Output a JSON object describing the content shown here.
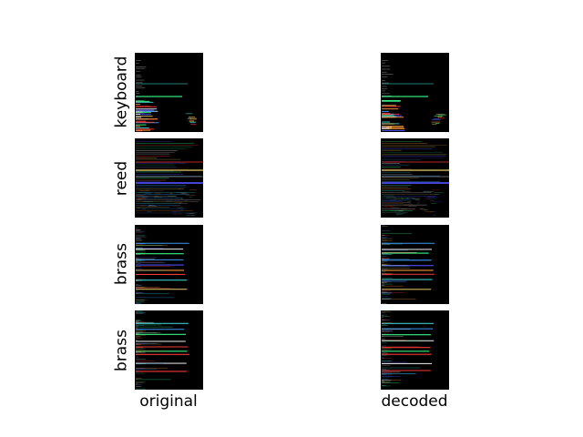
{
  "figure": {
    "rows": [
      {
        "label": "keyboard",
        "pattern": "keyboard"
      },
      {
        "label": "reed",
        "pattern": "reed"
      },
      {
        "label": "brass",
        "pattern": "brass1"
      },
      {
        "label": "brass",
        "pattern": "brass2"
      }
    ],
    "columns": [
      {
        "label": "original"
      },
      {
        "label": "decoded"
      }
    ]
  },
  "colors": {
    "panel_background": "#000000",
    "line_palette": [
      "#3fa0ff",
      "#ff3a3a",
      "#3aff8a",
      "#d8c060",
      "#5050ff",
      "#ff9a3a",
      "#e0e0e0",
      "#40d0d0"
    ]
  }
}
